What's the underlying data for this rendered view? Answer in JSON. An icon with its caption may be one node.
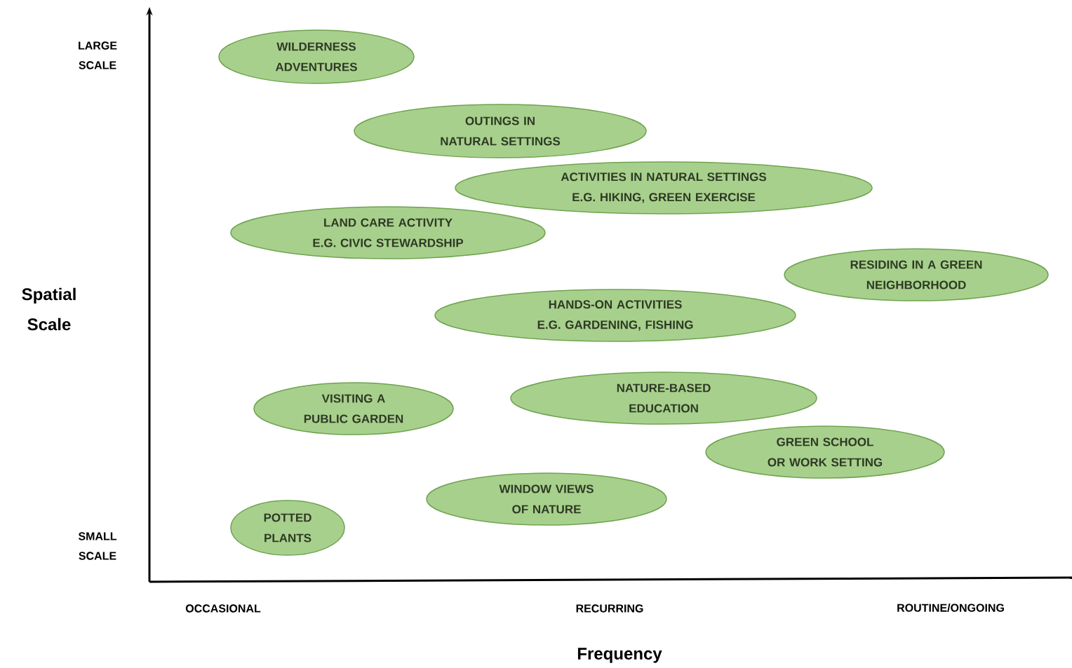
{
  "diagram": {
    "nodes": [
      {
        "text": [
          "WILDERNESS ADVENTURES"
        ]
      },
      {
        "text": [
          "OUTINGS IN NATURAL SETTINGS"
        ]
      },
      {
        "text": [
          "ACTIVITIES IN NATURAL SETTINGS",
          "E.G. HIKING, GREEN EXERCISE"
        ]
      },
      {
        "text": [
          "LAND CARE ACTIVITY",
          "E.G. CIVIC STEWARDSHIP"
        ]
      },
      {
        "text": [
          "RESIDING IN A GREEN NEIGHBORHOOD"
        ]
      },
      {
        "text": [
          "HANDS-ON ACTIVITIES",
          "E.G. GARDENING, FISHING"
        ]
      },
      {
        "text": [
          "VISITING A PUBLIC GARDEN"
        ]
      },
      {
        "text": [
          "NATURE-BASED EDUCATION"
        ]
      },
      {
        "text": [
          "GREEN SCHOOL OR WORK SETTING"
        ]
      },
      {
        "text": [
          "WINDOW VIEWS OF NATURE"
        ]
      },
      {
        "text": [
          "POTTED PLANTS"
        ]
      }
    ],
    "labels": [
      "LARGE SCALE",
      "Spatial Scale",
      "SMALL SCALE",
      "OCCASIONAL",
      "RECURRING",
      "ROUTINE/ONGOING",
      "Frequency"
    ]
  }
}
